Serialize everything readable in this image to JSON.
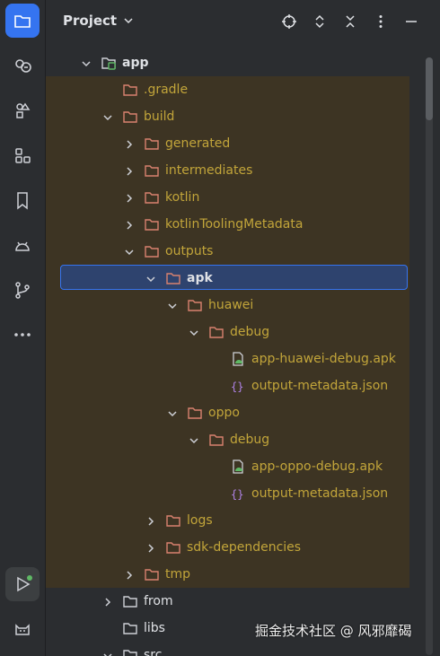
{
  "panel": {
    "title": "Project"
  },
  "sidebar": {
    "items": [
      {
        "icon": "folder-icon",
        "active": true
      },
      {
        "icon": "copilot-icon"
      },
      {
        "icon": "shapes-icon"
      },
      {
        "icon": "structure-icon"
      },
      {
        "icon": "bookmark-icon"
      },
      {
        "icon": "android-icon"
      },
      {
        "icon": "git-branch-icon"
      },
      {
        "icon": "more-icon"
      },
      {
        "icon": "run-icon"
      },
      {
        "icon": "cat-icon"
      }
    ]
  },
  "tree": [
    {
      "label": "app",
      "depth": 0,
      "kind": "module",
      "expanded": true,
      "bold": true
    },
    {
      "label": ".gradle",
      "depth": 1,
      "kind": "folder",
      "excluded": true
    },
    {
      "label": "build",
      "depth": 1,
      "kind": "folder",
      "expanded": true,
      "excluded": true
    },
    {
      "label": "generated",
      "depth": 2,
      "kind": "folder",
      "expanded": false,
      "excluded": true
    },
    {
      "label": "intermediates",
      "depth": 2,
      "kind": "folder",
      "expanded": false,
      "excluded": true
    },
    {
      "label": "kotlin",
      "depth": 2,
      "kind": "folder",
      "expanded": false,
      "excluded": true
    },
    {
      "label": "kotlinToolingMetadata",
      "depth": 2,
      "kind": "folder",
      "expanded": false,
      "excluded": true
    },
    {
      "label": "outputs",
      "depth": 2,
      "kind": "folder",
      "expanded": true,
      "excluded": true
    },
    {
      "label": "apk",
      "depth": 3,
      "kind": "folder",
      "expanded": true,
      "selected": true
    },
    {
      "label": "huawei",
      "depth": 4,
      "kind": "folder",
      "expanded": true,
      "excluded": true
    },
    {
      "label": "debug",
      "depth": 5,
      "kind": "folder",
      "expanded": true,
      "excluded": true
    },
    {
      "label": "app-huawei-debug.apk",
      "depth": 6,
      "kind": "apk",
      "excluded": true
    },
    {
      "label": "output-metadata.json",
      "depth": 6,
      "kind": "json",
      "excluded": true
    },
    {
      "label": "oppo",
      "depth": 4,
      "kind": "folder",
      "expanded": true,
      "excluded": true
    },
    {
      "label": "debug",
      "depth": 5,
      "kind": "folder",
      "expanded": true,
      "excluded": true
    },
    {
      "label": "app-oppo-debug.apk",
      "depth": 6,
      "kind": "apk",
      "excluded": true
    },
    {
      "label": "output-metadata.json",
      "depth": 6,
      "kind": "json",
      "excluded": true
    },
    {
      "label": "logs",
      "depth": 3,
      "kind": "folder",
      "expanded": false,
      "excluded": true
    },
    {
      "label": "sdk-dependencies",
      "depth": 3,
      "kind": "folder",
      "expanded": false,
      "excluded": true
    },
    {
      "label": "tmp",
      "depth": 2,
      "kind": "folder",
      "expanded": false,
      "excluded": true
    },
    {
      "label": "from",
      "depth": 1,
      "kind": "folder",
      "expanded": false
    },
    {
      "label": "libs",
      "depth": 1,
      "kind": "folder"
    },
    {
      "label": "src",
      "depth": 1,
      "kind": "folder",
      "expanded": true
    }
  ],
  "watermark": "掘金技术社区 @ 风邪靡碣",
  "colors": {
    "excluded_text": "#c2a53a",
    "normal_text": "#dfe1e5",
    "folder_stroke": "#d9826f",
    "accent": "#3574f0",
    "excluded_bg": "#3d3423",
    "selected_bg": "#2e436e",
    "json_icon": "#b083e8",
    "apk_icon": "#5fb865"
  }
}
